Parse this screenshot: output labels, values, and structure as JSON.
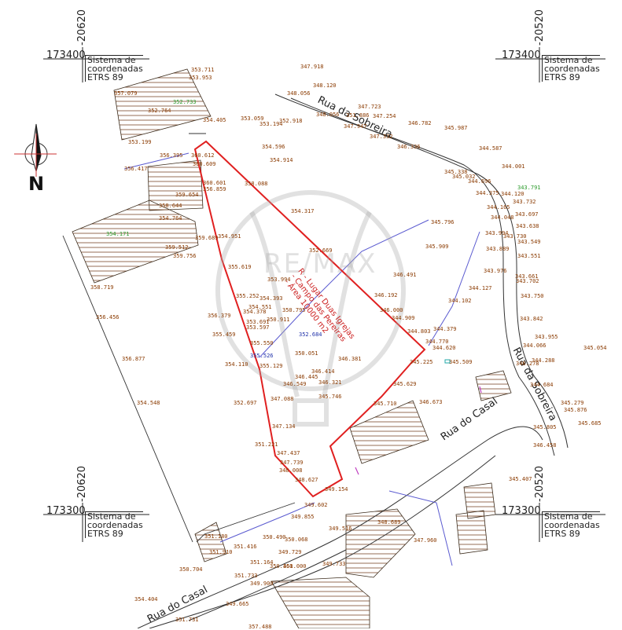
{
  "map_title": "",
  "grid": {
    "easting_top_left": "-20620",
    "easting_top_right": "-20520",
    "northing_top_left": "173400",
    "northing_top_right": "173400",
    "easting_bottom_left": "-20620",
    "easting_bottom_right": "-20520",
    "northing_bottom_left": "173300",
    "northing_bottom_right": "173300"
  },
  "coordinate_system": {
    "line1": "Sistema de",
    "line2": "coordenadas",
    "line3": "ETRS 89"
  },
  "north_arrow": {
    "label": "N"
  },
  "streets": {
    "sobreira_top": "Rua da Sobreira",
    "sobreira_right": "Rua da Sobreira",
    "casal_bottom": "Rua do Casal",
    "casal_mid": "Rua do Casal"
  },
  "parcel": {
    "label_line1": "R - Lugar Duas Igrejas",
    "label_line2": "- Campo das Pereiras",
    "label_line3": "- Área 10000 m2"
  },
  "watermark": "RE/MAX",
  "colors": {
    "parcel_outline": "#e02020",
    "elevation_text": "#8a3a00",
    "road_line": "#333333",
    "pipe_line": "#5a5ad0"
  },
  "elevations": [
    "347.918",
    "348.120",
    "348.056",
    "347.723",
    "347.254",
    "346.782",
    "345.987",
    "353.711",
    "353.953",
    "357.079",
    "352.733",
    "351.886",
    "348.056",
    "347.947",
    "347.332",
    "346.336",
    "344.587",
    "352.764",
    "354.405",
    "353.059",
    "353.194",
    "352.918",
    "354.596",
    "344.001",
    "353.199",
    "356.395",
    "360.612",
    "360.609",
    "354.914",
    "345.338",
    "343.791",
    "356.417",
    "345.032",
    "344.696",
    "344.375",
    "344.120",
    "343.732",
    "360.601",
    "356.859",
    "358.088",
    "343.697",
    "354.317",
    "344.165",
    "343.638",
    "344.048",
    "343.730",
    "359.654",
    "354.764",
    "345.796",
    "343.994",
    "343.549",
    "343.551",
    "358.644",
    "343.889",
    "354.171",
    "359.689",
    "354.951",
    "352.669",
    "345.909",
    "343.976",
    "343.661",
    "359.512",
    "359.756",
    "355.619",
    "353.994",
    "346.491",
    "343.702",
    "344.127",
    "358.719",
    "355.252",
    "354.393",
    "346.192",
    "344.102",
    "343.750",
    "343.842",
    "354.551",
    "354.378",
    "356.379",
    "353.691",
    "353.597",
    "350.911",
    "350.795",
    "346.000",
    "344.909",
    "344.803",
    "343.955",
    "344.379",
    "344.770",
    "344.620",
    "344.066",
    "356.456",
    "355.459",
    "355.550",
    "355.526",
    "352.684",
    "350.051",
    "346.381",
    "345.225",
    "345.509",
    "346.278",
    "344.288",
    "345.054",
    "356.877",
    "354.110",
    "355.129",
    "346.414",
    "346.445",
    "346.321",
    "346.549",
    "345.629",
    "344.684",
    "354.548",
    "352.697",
    "347.088",
    "345.746",
    "345.710",
    "346.673",
    "345.279",
    "347.134",
    "345.876",
    "345.805",
    "346.458",
    "351.221",
    "347.437",
    "345.685",
    "347.739",
    "348.008",
    "348.627",
    "349.154",
    "349.602",
    "349.855",
    "345.407",
    "351.180",
    "351.910",
    "351.416",
    "350.490",
    "350.068",
    "349.516",
    "348.689",
    "349.729",
    "349.733",
    "351.000",
    "347.960",
    "350.704",
    "351.164",
    "350.460",
    "351.733",
    "349.900",
    "349.665",
    "351.731",
    "354.404",
    "357.488"
  ]
}
